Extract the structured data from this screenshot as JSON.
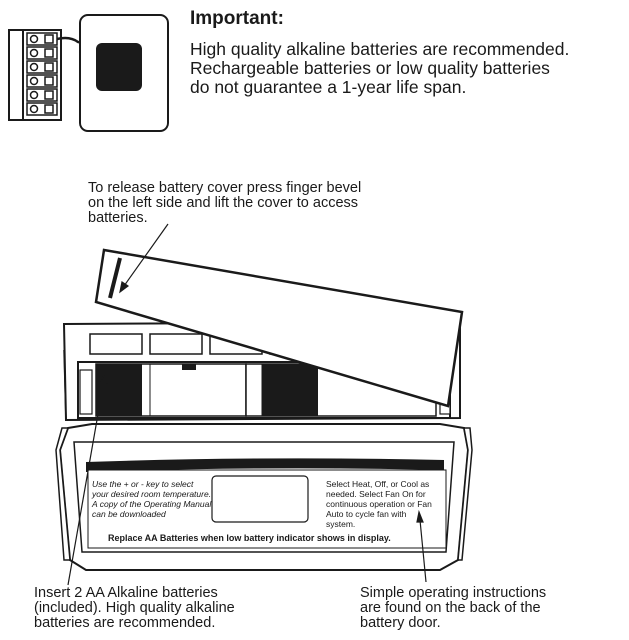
{
  "important": {
    "title": "Important:",
    "lines": [
      "High quality alkaline batteries are recommended.",
      "Rechargeable batteries or low quality batteries",
      "do not guarantee a 1-year life span."
    ]
  },
  "callouts": {
    "release": [
      "To release battery cover press finger bevel",
      "on the left side and lift the cover to access",
      "batteries."
    ],
    "insert": [
      "Insert 2 AA Alkaline batteries",
      "(included). High quality alkaline",
      "batteries are recommended."
    ],
    "instructions": [
      "Simple operating instructions",
      "are found on the back of the",
      "battery door."
    ]
  },
  "door_label": {
    "left": [
      "Use the  +  or  -  key to select",
      "your desired room temperature.",
      "A copy of the Operating Manual",
      "can be downloaded"
    ],
    "right": [
      "Select Heat, Off, or Cool as",
      "needed.  Select Fan On for",
      "continuous operation or Fan",
      "Auto to cycle fan with",
      "system."
    ],
    "bottom": "Replace AA Batteries when low battery indicator shows in display."
  }
}
